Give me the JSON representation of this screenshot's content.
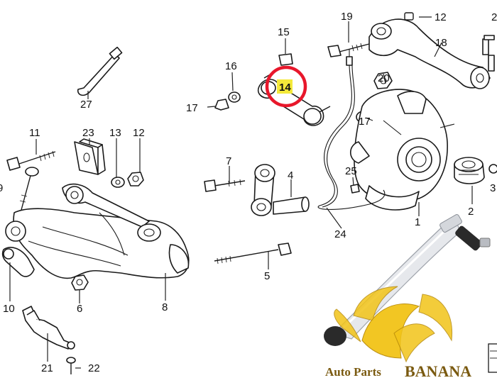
{
  "diagram": {
    "part_labels": [
      {
        "id": "19",
        "text": "19"
      },
      {
        "id": "12a",
        "text": "12"
      },
      {
        "id": "2top",
        "text": "2"
      },
      {
        "id": "15",
        "text": "15"
      },
      {
        "id": "18",
        "text": "18"
      },
      {
        "id": "16",
        "text": "16"
      },
      {
        "id": "14",
        "text": "14"
      },
      {
        "id": "20",
        "text": "20"
      },
      {
        "id": "27",
        "text": "27"
      },
      {
        "id": "17a",
        "text": "17"
      },
      {
        "id": "17b",
        "text": "17"
      },
      {
        "id": "11",
        "text": "11"
      },
      {
        "id": "23",
        "text": "23"
      },
      {
        "id": "13",
        "text": "13"
      },
      {
        "id": "12b",
        "text": "12"
      },
      {
        "id": "7",
        "text": "7"
      },
      {
        "id": "4",
        "text": "4"
      },
      {
        "id": "25",
        "text": "25"
      },
      {
        "id": "9",
        "text": "9"
      },
      {
        "id": "3",
        "text": "3"
      },
      {
        "id": "2",
        "text": "2"
      },
      {
        "id": "24",
        "text": "24"
      },
      {
        "id": "1",
        "text": "1"
      },
      {
        "id": "5",
        "text": "5"
      },
      {
        "id": "10",
        "text": "10"
      },
      {
        "id": "6",
        "text": "6"
      },
      {
        "id": "8",
        "text": "8"
      },
      {
        "id": "21",
        "text": "21"
      },
      {
        "id": "22",
        "text": "22"
      }
    ],
    "highlight": {
      "part": "14",
      "color": "#e8172b",
      "badge_color": "#f4e93a"
    }
  },
  "watermark": {
    "brand_text_1": "Auto Parts",
    "brand_text_2": "BANANA",
    "banana_color": "#f2c418",
    "text_color": "#7a5a10"
  }
}
